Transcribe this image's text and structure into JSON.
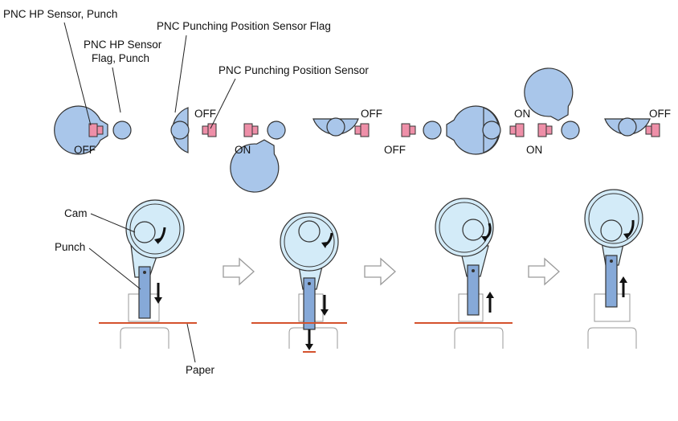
{
  "labels": {
    "hp_sensor": "PNC HP Sensor, Punch",
    "hp_flag_1": "PNC HP Sensor",
    "hp_flag_2": "Flag, Punch",
    "position_flag": "PNC Punching Position Sensor Flag",
    "position_sensor": "PNC Punching Position Sensor",
    "cam": "Cam",
    "punch": "Punch",
    "paper": "Paper"
  },
  "sensor_states": {
    "s1_left": "OFF",
    "s1_right": "OFF",
    "s2_left": "ON",
    "s2_right": "OFF",
    "s3_left": "OFF",
    "s3_right": "ON",
    "s4_left": "ON",
    "s4_right": "OFF"
  },
  "colors": {
    "flag": "#a9c6ea",
    "sensor": "#ee8fa8",
    "cam": "#d3ebf8",
    "punch": "#86a9d8",
    "paper": "#d4522d",
    "arrow_outline": "#9a9a9a"
  }
}
